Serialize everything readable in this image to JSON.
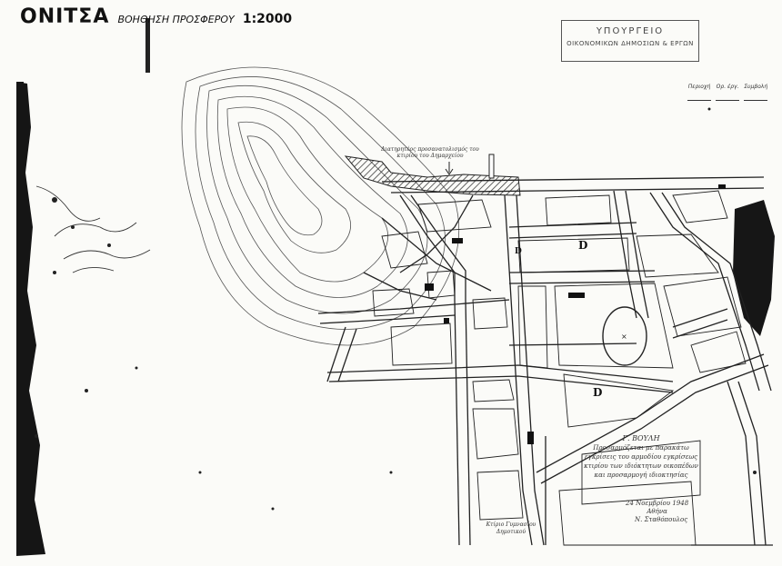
{
  "title": {
    "town": "ΟΝΙΤΣΑ",
    "subtitle": "ΒΟΗΘΗΣΗ ΠΡΟΣΦΕΡΟΥ",
    "scale": "1:2000"
  },
  "stamp": {
    "line1": "ΥΠΟΥΡΓΕΙΟ",
    "line2": "ΟΙΚΟΝΟΜΙΚΩΝ ΔΗΜΟΣΙΩΝ & ΕΡΓΩΝ"
  },
  "legend_cells": [
    "Περιοχή",
    "Ορ. έργ.",
    "Συμβολή"
  ],
  "harbor_label": "Διατηρητέος προσανατολισμός του κτιρίου του Δημαρχείου",
  "zone_labels": [
    "D",
    "D",
    "D"
  ],
  "note": {
    "title": "Γ. ΒΟΥΛΗ",
    "body": "Προσαρμόζεται με παρακάτω εγκρίσεις του αρμοδίου εγκρίσεως κτιρίου των ιδιόκτητων οικοπέδων και προσαρμογή ιδιοκτησίας"
  },
  "date": "24 Νοεμβρίου 1948",
  "date_place": "Αθήνα",
  "signature": "Ν. Σταθόπουλος",
  "bottom_note": "Κτίριο Γυμνασίου Δημοτικού"
}
